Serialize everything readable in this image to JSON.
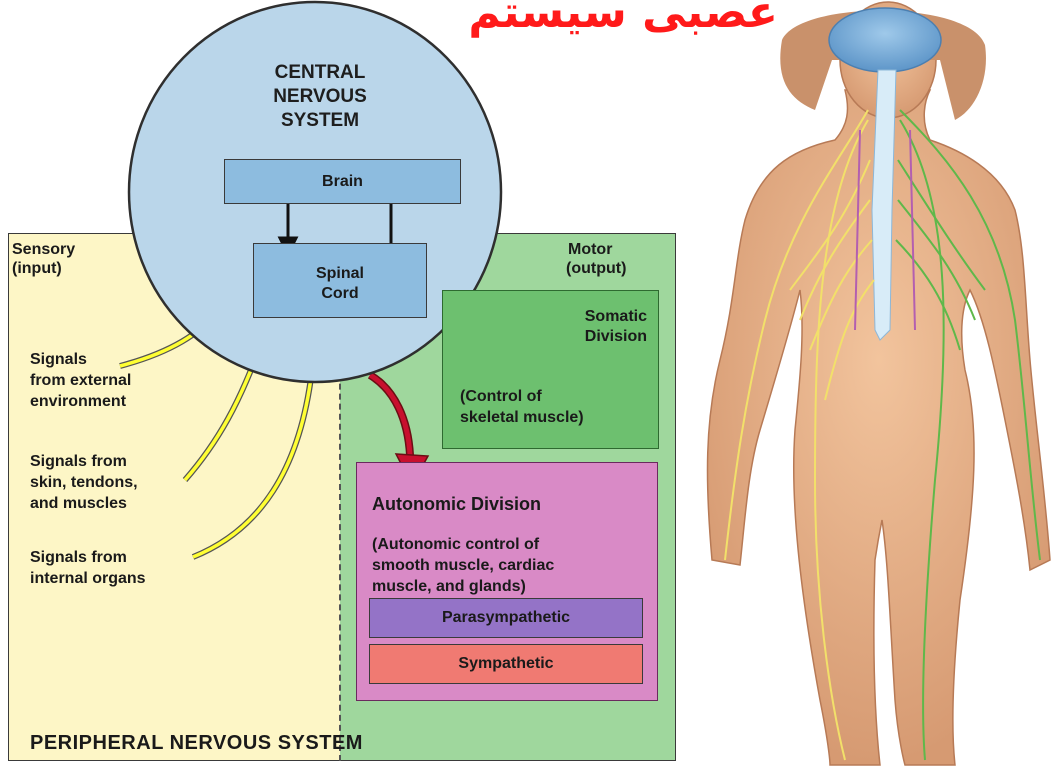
{
  "title_fa": "عصبی سیستم",
  "cns": {
    "title_lines": [
      "CENTRAL",
      "NERVOUS",
      "SYSTEM"
    ],
    "brain": "Brain",
    "spinal_cord": [
      "Spinal",
      "Cord"
    ]
  },
  "sensory": {
    "title": "Sensory",
    "subtitle": "(input)",
    "signals": [
      [
        "Signals",
        "from external",
        "environment"
      ],
      [
        "Signals from",
        "skin, tendons,",
        "and muscles"
      ],
      [
        "Signals from",
        "internal organs"
      ]
    ]
  },
  "motor": {
    "title": "Motor",
    "subtitle": "(output)"
  },
  "somatic": {
    "title_lines": [
      "Somatic",
      "Division"
    ],
    "desc_lines": [
      "(Control of",
      "skeletal muscle)"
    ]
  },
  "autonomic": {
    "title": "Autonomic Division",
    "desc_lines": [
      "(Autonomic control of",
      "smooth muscle, cardiac",
      "muscle, and glands)"
    ],
    "parasympathetic": "Parasympathetic",
    "sympathetic": "Sympathetic"
  },
  "pns_title": "PERIPHERAL NERVOUS SYSTEM",
  "colors": {
    "sensory_bg": "#fdf6c6",
    "motor_bg": "#9fd79d",
    "cns_fill": "#bad6ea",
    "box_fill": "#8dbcdf",
    "somatic_fill": "#6dc06f",
    "autonomic_fill": "#d98ac6",
    "parasympathetic_fill": "#9473c7",
    "sympathetic_fill": "#f07a72",
    "yellow_arrow": "#ffff33",
    "red_arrow": "#c8102e",
    "title_red": "#ff1a1a"
  }
}
